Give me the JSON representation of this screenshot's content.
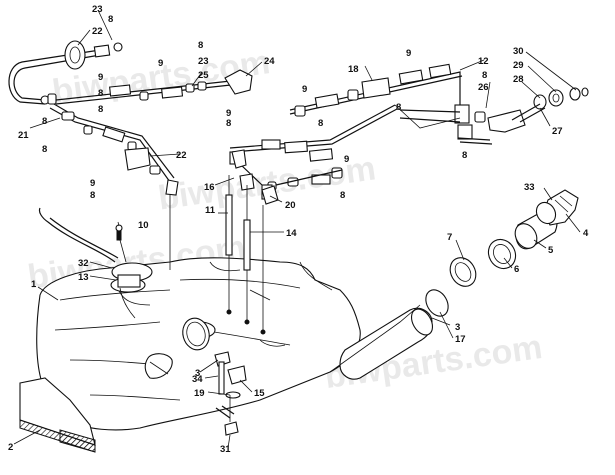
{
  "watermark": "biwparts.com",
  "callouts": {
    "c1": "1",
    "c2": "2",
    "c3a": "3",
    "c3b": "3",
    "c4": "4",
    "c5": "5",
    "c6": "6",
    "c7": "7",
    "c8a": "8",
    "c8b": "8",
    "c8c": "8",
    "c8d": "8",
    "c8e": "8",
    "c8f": "8",
    "c8g": "8",
    "c8h": "8",
    "c8i": "8",
    "c8j": "8",
    "c8k": "8",
    "c8l": "8",
    "c8m": "8",
    "c9a": "9",
    "c9b": "9",
    "c9c": "9",
    "c9d": "9",
    "c9e": "9",
    "c9f": "9",
    "c9g": "9",
    "c10": "10",
    "c11": "11",
    "c12": "12",
    "c13": "13",
    "c14": "14",
    "c15": "15",
    "c16": "16",
    "c17": "17",
    "c18": "18",
    "c19": "19",
    "c20": "20",
    "c21": "21",
    "c22a": "22",
    "c22b": "22",
    "c23a": "23",
    "c23b": "23",
    "c24": "24",
    "c25": "25",
    "c26": "26",
    "c27": "27",
    "c28": "28",
    "c29": "29",
    "c30": "30",
    "c31": "31",
    "c32": "32",
    "c33": "33",
    "c34": "34"
  }
}
